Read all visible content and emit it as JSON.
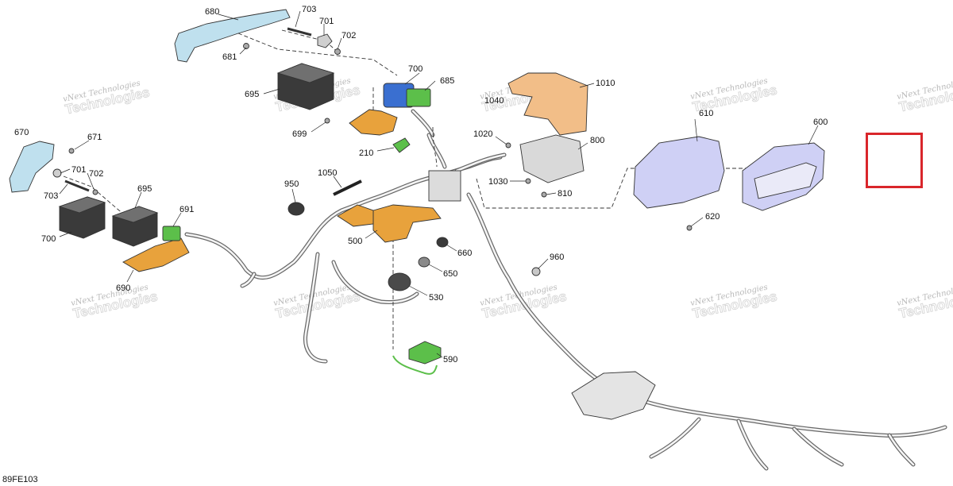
{
  "diagram_code": "89FE103",
  "watermark": {
    "line1": "vNext Technologies",
    "line2": "Technologies"
  },
  "callouts": [
    {
      "id": "c680",
      "text": "680"
    },
    {
      "id": "c703a",
      "text": "703"
    },
    {
      "id": "c701a",
      "text": "701"
    },
    {
      "id": "c702a",
      "text": "702"
    },
    {
      "id": "c681",
      "text": "681"
    },
    {
      "id": "c700a",
      "text": "700"
    },
    {
      "id": "c685",
      "text": "685"
    },
    {
      "id": "c695a",
      "text": "695"
    },
    {
      "id": "c699",
      "text": "699"
    },
    {
      "id": "c210",
      "text": "210"
    },
    {
      "id": "c1010",
      "text": "1010"
    },
    {
      "id": "c1040",
      "text": "1040"
    },
    {
      "id": "c1020",
      "text": "1020"
    },
    {
      "id": "c800",
      "text": "800"
    },
    {
      "id": "c1030",
      "text": "1030"
    },
    {
      "id": "c810",
      "text": "810"
    },
    {
      "id": "c610",
      "text": "610"
    },
    {
      "id": "c600",
      "text": "600"
    },
    {
      "id": "c620",
      "text": "620"
    },
    {
      "id": "c670",
      "text": "670"
    },
    {
      "id": "c671",
      "text": "671"
    },
    {
      "id": "c701b",
      "text": "701"
    },
    {
      "id": "c702b",
      "text": "702"
    },
    {
      "id": "c703b",
      "text": "703"
    },
    {
      "id": "c695b",
      "text": "695"
    },
    {
      "id": "c691",
      "text": "691"
    },
    {
      "id": "c700b",
      "text": "700"
    },
    {
      "id": "c690",
      "text": "690"
    },
    {
      "id": "c950",
      "text": "950"
    },
    {
      "id": "c1050",
      "text": "1050"
    },
    {
      "id": "c500",
      "text": "500"
    },
    {
      "id": "c660",
      "text": "660"
    },
    {
      "id": "c650",
      "text": "650"
    },
    {
      "id": "c530",
      "text": "530"
    },
    {
      "id": "c590",
      "text": "590"
    },
    {
      "id": "c960",
      "text": "960"
    }
  ],
  "colors": {
    "highlight_box": "#d9262b",
    "bracket_blue": "#bfe0ee",
    "relay_blue": "#3a6fd0",
    "connector_green": "#5cbf4a",
    "bracket_orange": "#e8a23c",
    "bracket_light_orange": "#f2be88",
    "cluster_lavender": "#cfd0f5",
    "harness_grey": "#666666"
  }
}
